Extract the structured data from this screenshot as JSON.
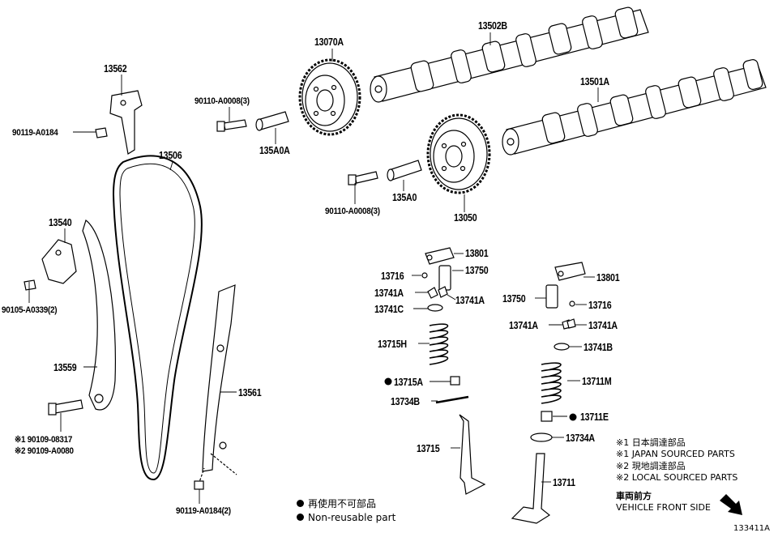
{
  "labels": {
    "p13562": "13562",
    "p90119a": "90119-A0184",
    "p13506": "13506",
    "p13540": "13540",
    "p90105": "90105-A0339(2)",
    "p13559": "13559",
    "p90109a": "※1 90109-08317",
    "p90109b": "※2 90109-A0080",
    "p13561": "13561",
    "p90119b": "90119-A0184(2)",
    "p90110a": "90110-A0008(3)",
    "p135a0a": "135A0A",
    "p13070a": "13070A",
    "p13502b": "13502B",
    "p13501a": "13501A",
    "p90110b": "90110-A0008(3)",
    "p135a0": "135A0",
    "p13050": "13050",
    "p13801a": "13801",
    "p13716a": "13716",
    "p13750a": "13750",
    "p13741aa": "13741A",
    "p13741ab": "13741A",
    "p13741c": "13741C",
    "p13715h": "13715H",
    "p13715a": "13715A",
    "p13734b": "13734B",
    "p13715": "13715",
    "p13801b": "13801",
    "p13750b": "13750",
    "p13716b": "13716",
    "p13741ac": "13741A",
    "p13741ad": "13741A",
    "p13741b": "13741B",
    "p13711m": "13711M",
    "p13711e": "13711E",
    "p13734a": "13734A",
    "p13711": "13711"
  },
  "notes": {
    "n1": "※1 日本調達部品",
    "n2": "※1 JAPAN SOURCED PARTS",
    "n3": "※2 現地調達部品",
    "n4": "※2 LOCAL SOURCED PARTS",
    "front_jp": "車両前方",
    "front_en": "VEHICLE FRONT SIDE"
  },
  "legend": {
    "jp": "再使用不可部品",
    "en": "Non-reusable part"
  },
  "figure_id": "133411A"
}
